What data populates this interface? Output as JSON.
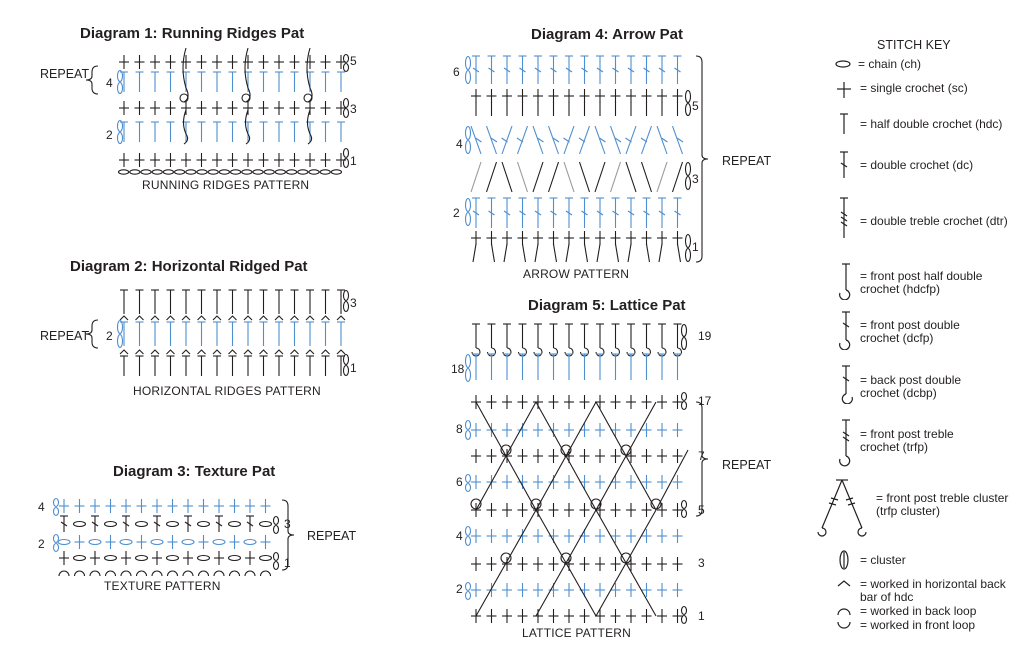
{
  "diagrams": [
    {
      "title": "Diagram 1: Running Ridges Pat",
      "caption": "RUNNING RIDGES PATTERN",
      "repeat": "REPEAT",
      "rows": [
        "5",
        "4",
        "3",
        "2",
        "1"
      ]
    },
    {
      "title": "Diagram 2: Horizontal Ridged Pat",
      "caption": "HORIZONTAL RIDGES PATTERN",
      "repeat": "REPEAT",
      "rows": [
        "3",
        "2",
        "1"
      ]
    },
    {
      "title": "Diagram 3: Texture Pat",
      "caption": "TEXTURE PATTERN",
      "repeat": "REPEAT",
      "rows": [
        "4",
        "3",
        "2",
        "1"
      ]
    },
    {
      "title": "Diagram 4: Arrow Pat",
      "caption": "ARROW PATTERN",
      "repeat": "REPEAT",
      "rows": [
        "6",
        "5",
        "4",
        "3",
        "2",
        "1"
      ]
    },
    {
      "title": "Diagram 5: Lattice Pat",
      "caption": "LATTICE PATTERN",
      "repeat": "REPEAT",
      "rows": [
        "19",
        "18",
        "17",
        "8",
        "7",
        "6",
        "5",
        "4",
        "3",
        "2",
        "1"
      ]
    }
  ],
  "key": {
    "title": "STITCH KEY",
    "items": [
      {
        "icon": "chain-icon",
        "label": "= chain (ch)"
      },
      {
        "icon": "single-crochet-icon",
        "label": "= single crochet (sc)"
      },
      {
        "icon": "half-double-crochet-icon",
        "label": "= half double crochet (hdc)"
      },
      {
        "icon": "double-crochet-icon",
        "label": "= double crochet (dc)"
      },
      {
        "icon": "double-treble-crochet-icon",
        "label": "= double treble crochet (dtr)"
      },
      {
        "icon": "front-post-hdc-icon",
        "label": "= front post half double crochet (hdcfp)"
      },
      {
        "icon": "front-post-dc-icon",
        "label": "= front post double crochet (dcfp)"
      },
      {
        "icon": "back-post-dc-icon",
        "label": "= back post double crochet (dcbp)"
      },
      {
        "icon": "front-post-treble-icon",
        "label": "= front post treble crochet (trfp)"
      },
      {
        "icon": "front-post-treble-cluster-icon",
        "label": "= front post treble cluster (trfp cluster)"
      },
      {
        "icon": "cluster-icon",
        "label": "= cluster"
      },
      {
        "icon": "horizontal-back-bar-icon",
        "label": "= worked in horizontal back bar of hdc"
      },
      {
        "icon": "back-loop-icon",
        "label": "= worked in back loop"
      },
      {
        "icon": "front-loop-icon",
        "label": "= worked in front loop"
      }
    ]
  },
  "colors": {
    "ink": "#231f20",
    "blue": "#4f8fcf",
    "gray": "#9a9a9a"
  }
}
